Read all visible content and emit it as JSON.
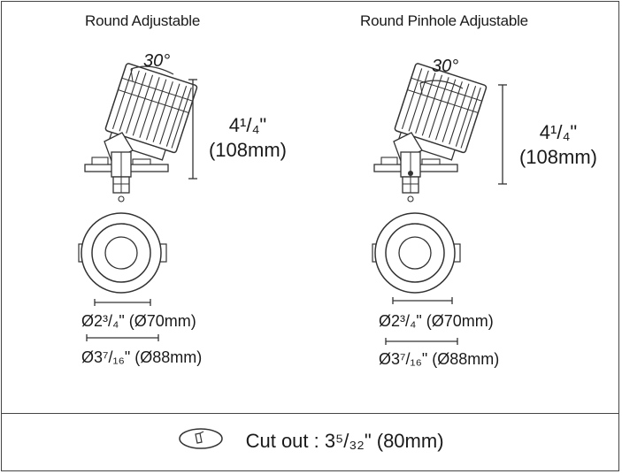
{
  "products": [
    {
      "title": "Round Adjustable",
      "tilt_angle": "30°",
      "height_label": "4¹/₄\"",
      "height_metric": "(108mm)",
      "trim_diameter": "Ø2³/₄\" (Ø70mm)",
      "outer_diameter": "Ø3⁷/₁₆\" (Ø88mm)"
    },
    {
      "title": "Round Pinhole Adjustable",
      "tilt_angle": "30°",
      "height_label": "4¹/₄\"",
      "height_metric": "(108mm)",
      "trim_diameter": "Ø2³/₄\" (Ø70mm)",
      "outer_diameter": "Ø3⁷/₁₆\" (Ø88mm)"
    }
  ],
  "footer": {
    "icon": "cutout-hole-icon",
    "cutout_label": "Cut out : 3⁵/₃₂\" (80mm)"
  },
  "colors": {
    "line": "#333333",
    "border": "#444444"
  }
}
